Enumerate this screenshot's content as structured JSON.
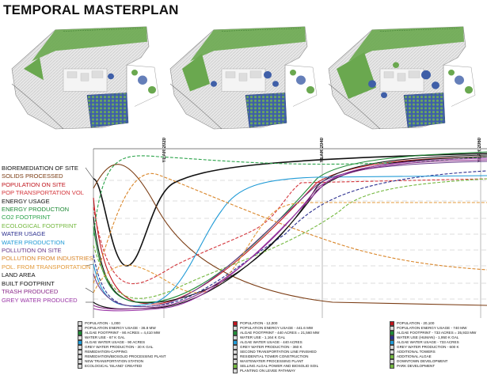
{
  "title": "TEMPORAL MASTERPLAN",
  "years": [
    "YEAR 2020",
    "YEAR 2040",
    "YEAR 2060"
  ],
  "series_labels": [
    {
      "text": "BIOREMEDIATION OF SITE",
      "color": "#111111"
    },
    {
      "text": "SOLIDS PROCESSED",
      "color": "#7a3b12"
    },
    {
      "text": "POPULATION ON SITE",
      "color": "#c0161e"
    },
    {
      "text": "POP TRANSPORTATION VOL",
      "color": "#d4363c"
    },
    {
      "text": "ENERGY USAGE",
      "color": "#111111"
    },
    {
      "text": "ENERGY PRODUCTION",
      "color": "#1f8a36"
    },
    {
      "text": "CO2 FOOTPRINT",
      "color": "#2ba34a"
    },
    {
      "text": "ECOLOGICAL FOOTPRINT",
      "color": "#74b83f"
    },
    {
      "text": "WATER USAGE",
      "color": "#2b2f8f"
    },
    {
      "text": "WATER PRODUCTION",
      "color": "#1f9ad6"
    },
    {
      "text": "POLLUTION ON SITE",
      "color": "#6a3b8a"
    },
    {
      "text": "POLLUTION FROM INDUSTRIES",
      "color": "#d9862a"
    },
    {
      "text": "POL. FROM TRANSPORTATION",
      "color": "#e39a3a"
    },
    {
      "text": "LAND AREA",
      "color": "#111111"
    },
    {
      "text": "BUILT FOOTPRINT",
      "color": "#111111"
    },
    {
      "text": "TRASH PRODUCED",
      "color": "#8a2a8a"
    },
    {
      "text": "GREY WATER PRODUCED",
      "color": "#9a35a6"
    }
  ],
  "legend": [
    [
      {
        "text": "POPULATION - 1,000",
        "color": "#d9d9d9"
      },
      {
        "text": "POPULATION ENERGY USAGE - 36.8 MW",
        "color": "#d9d9d9"
      },
      {
        "text": "ALGAE FOOTPRINT - 90 ACRES = 4,410 MW",
        "color": "#1f8a36"
      },
      {
        "text": "WATER USE - 67 K GAL",
        "color": "#d9d9d9"
      },
      {
        "text": "ALGAE WATER USAGE - 90 ACRES",
        "color": "#1f9ad6"
      },
      {
        "text": "GREY WATER PRODUCTION - 30 K GAL",
        "color": "#d9d9d9"
      },
      {
        "text": "REMEDIATION-CAPPING",
        "color": "#d9d9d9"
      },
      {
        "text": "REMEDIATION/BIOSOLID PROCESSING PLANT",
        "color": "#d9d9d9"
      },
      {
        "text": "NEW TRANSPORTATION STATION",
        "color": "#d9d9d9"
      },
      {
        "text": "ECOLOGICAL 'ISLAND' CREATED",
        "color": "#d9d9d9"
      }
    ],
    [
      {
        "text": "POPULATION - 12,000",
        "color": "#c0161e"
      },
      {
        "text": "POPULATION ENERGY USAGE - 441.6 MW",
        "color": "#d9d9d9"
      },
      {
        "text": "ALGAE FOOTPRINT - 440 ACRES = 21,560 MW",
        "color": "#1f8a36"
      },
      {
        "text": "WATER USE - 1,164 K GAL",
        "color": "#d9d9d9"
      },
      {
        "text": "ALGAE WATER USAGE - 440 ACRES",
        "color": "#1f9ad6"
      },
      {
        "text": "GREY WATER PRODUCTION - 360 K",
        "color": "#d9d9d9"
      },
      {
        "text": "SECOND TRANSPORTATION LINE FINISHED",
        "color": "#d9d9d9"
      },
      {
        "text": "RESIDENTIAL TOWER CONSTRUCTION",
        "color": "#d9d9d9"
      },
      {
        "text": "WASTEWATER PROCESSING PLANT",
        "color": "#d9d9d9"
      },
      {
        "text": "SELLING ALGAL POWER AND BIOSOLID SOIL",
        "color": "#74b83f"
      },
      {
        "text": "PLANTING ON LEVEE PATHWAY",
        "color": "#d9d9d9"
      }
    ],
    [
      {
        "text": "POPULATION - 20,100",
        "color": "#c0161e"
      },
      {
        "text": "POPULATION ENERGY USAGE - 740 MW",
        "color": "#d9d9d9"
      },
      {
        "text": "ALGAE FOOTPRINT - 733 ACRES = 35,933 MW",
        "color": "#1f8a36"
      },
      {
        "text": "WATER USE (HUMAN) - 1,950 K GAL",
        "color": "#2b2f8f"
      },
      {
        "text": "ALGAE WATER USAGE - 733 ACRES",
        "color": "#1f9ad6"
      },
      {
        "text": "GREY WATER PRODUCTION - 600 K",
        "color": "#d9d9d9"
      },
      {
        "text": "ADDITIONAL TOWERS",
        "color": "#d9d9d9"
      },
      {
        "text": "ADDITIONAL ALGAE",
        "color": "#74b83f"
      },
      {
        "text": "DOWNTOWN DEVELOPMENT",
        "color": "#d9d9d9"
      },
      {
        "text": "PARK DEVELOPMENT",
        "color": "#74b83f"
      }
    ]
  ]
}
